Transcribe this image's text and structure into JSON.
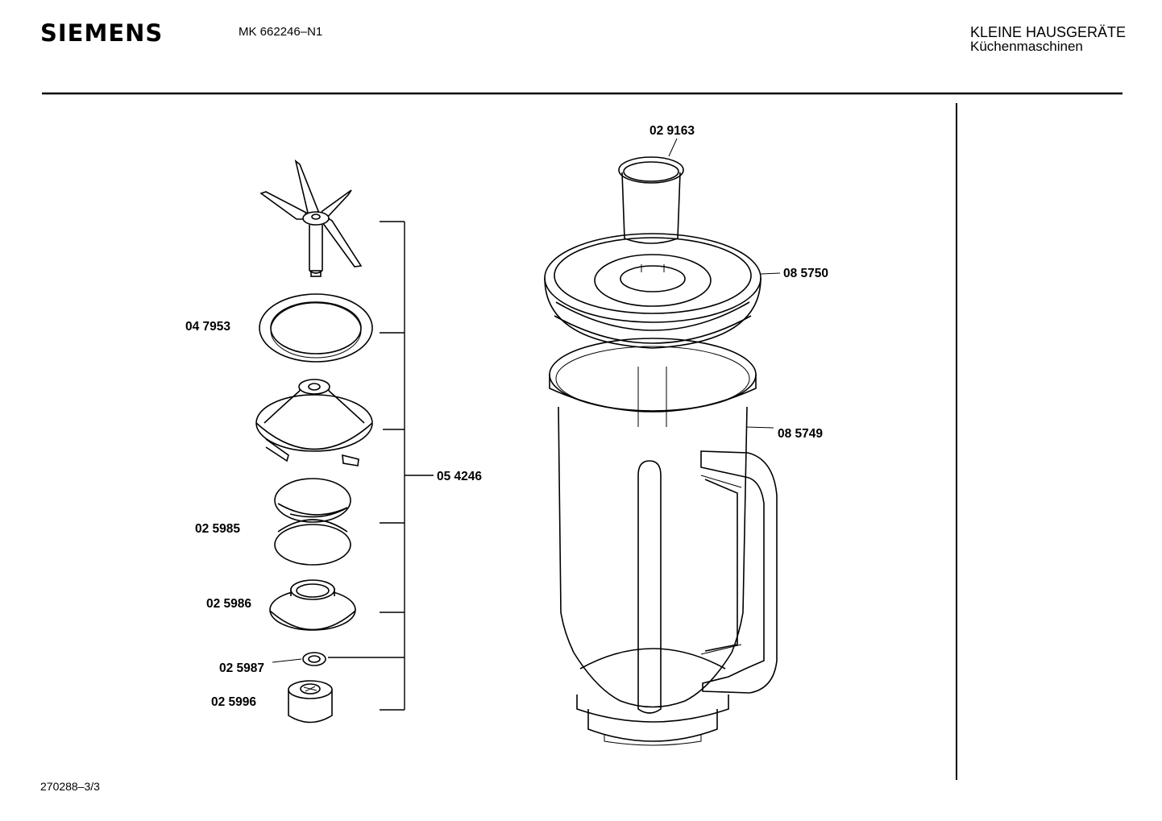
{
  "header": {
    "brand": "SIEMENS",
    "model": "MK  662246–N1",
    "category": "KLEINE HAUSGERÄTE",
    "subcategory": "Küchenmaschinen"
  },
  "footer": {
    "doc_number": "270288–3/3"
  },
  "parts": {
    "knife": "",
    "seal_ring": "04 7953",
    "assembly": "05 4246",
    "springs": "02 5985",
    "bushing": "02 5986",
    "small_ring": "02 5987",
    "coupling": "02 5996",
    "measuring_cup": "02 9163",
    "lid": "08 5750",
    "jug": "08 5749"
  }
}
